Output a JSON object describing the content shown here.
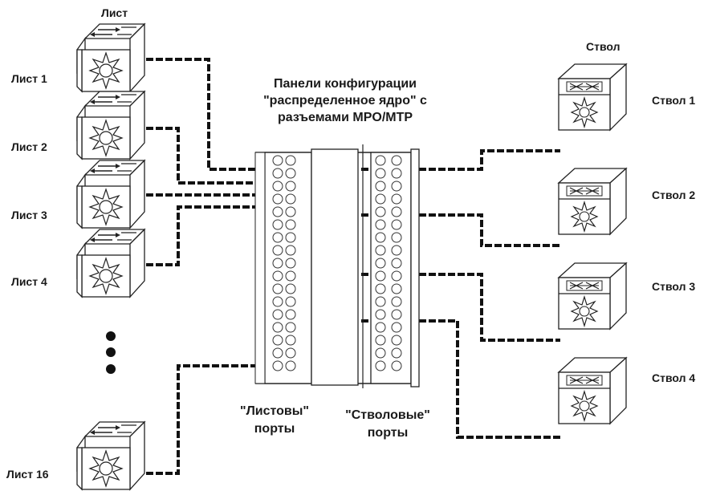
{
  "leaf_header": "Лист",
  "spine_header": "Ствол",
  "leaves": [
    {
      "label": "Лист 1"
    },
    {
      "label": "Лист 2"
    },
    {
      "label": "Лист 3"
    },
    {
      "label": "Лист 4"
    },
    {
      "label": "Лист 16"
    }
  ],
  "spines": [
    {
      "label": "Ствол 1"
    },
    {
      "label": "Ствол 2"
    },
    {
      "label": "Ствол 3"
    },
    {
      "label": "Ствол 4"
    }
  ],
  "panel": {
    "title_line1": "Панели конфигурации",
    "title_line2": "\"распределенное ядро\" с",
    "title_line3": "разъемами MPO/MTP"
  },
  "ports": {
    "leaf_line1": "\"Листовы\"",
    "leaf_line2": "порты",
    "spine_line1": "\"Стволовые\"",
    "spine_line2": "порты"
  }
}
